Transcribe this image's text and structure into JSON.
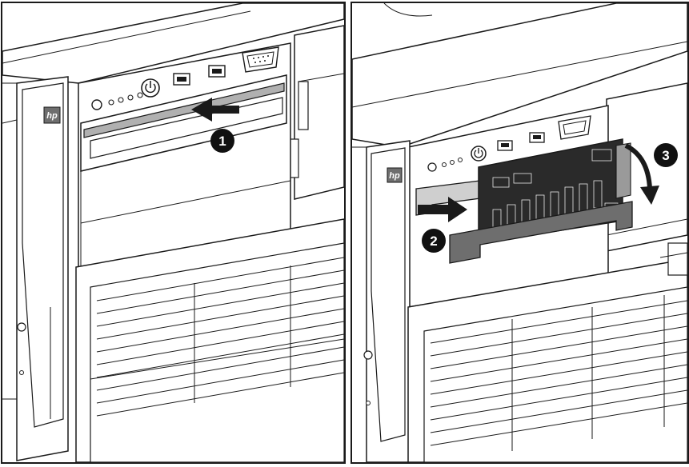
{
  "steps": {
    "one": "1",
    "two": "2",
    "three": "3"
  },
  "logo_text": "hp",
  "board_label": "",
  "colors": {
    "line": "#1a1a1a",
    "light_fill": "#ffffff",
    "shade": "#d8d8d8",
    "dark_gray": "#6e6e6e",
    "board": "#2a2a2a",
    "badge": "#111111"
  }
}
